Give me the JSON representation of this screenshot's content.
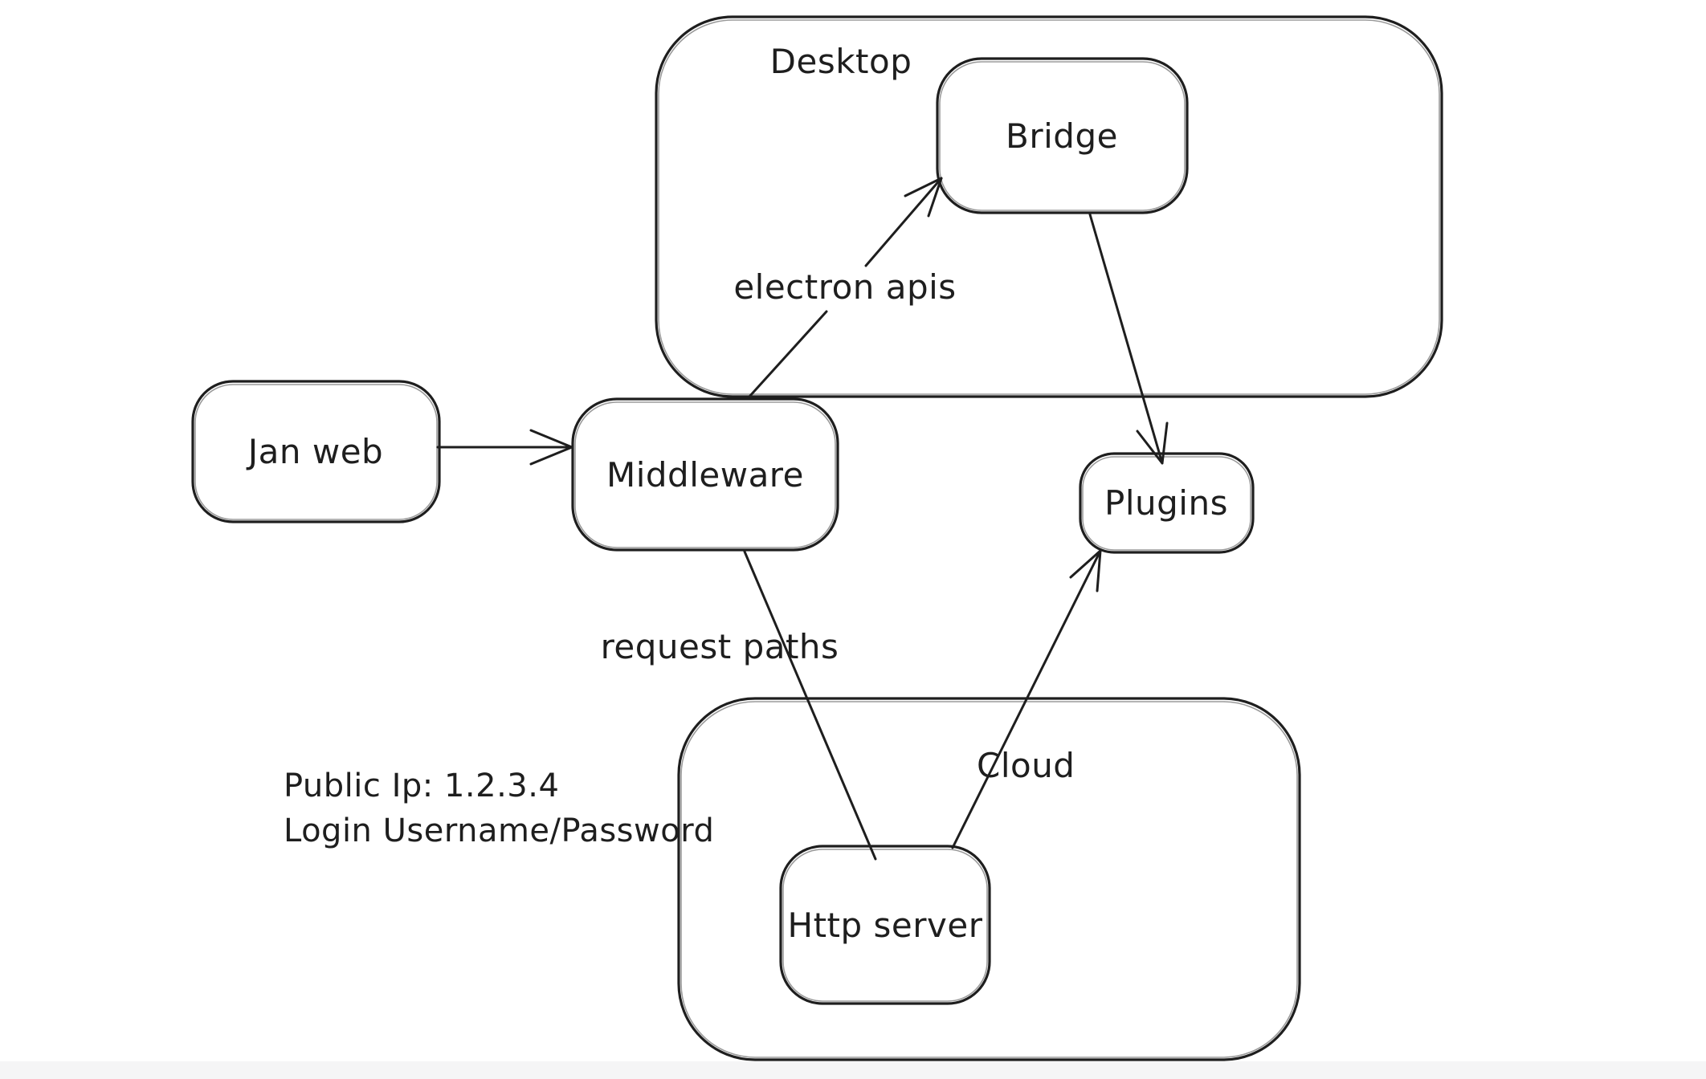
{
  "diagram": {
    "background": "#ffffff",
    "stroke": "#1e1e1e",
    "footer_strip": "#f5f5f6",
    "containers": [
      {
        "id": "desktop",
        "label": "Desktop"
      },
      {
        "id": "cloud",
        "label": "Cloud"
      }
    ],
    "nodes": [
      {
        "id": "jan-web",
        "label": "Jan web",
        "container": null
      },
      {
        "id": "bridge",
        "label": "Bridge",
        "container": "desktop"
      },
      {
        "id": "middleware",
        "label": "Middleware",
        "container": null
      },
      {
        "id": "plugins",
        "label": "Plugins",
        "container": null
      },
      {
        "id": "http-server",
        "label": "Http server",
        "container": "cloud"
      }
    ],
    "edges": [
      {
        "from": "jan-web",
        "to": "middleware",
        "label": "",
        "arrowhead": true
      },
      {
        "from": "middleware",
        "to": "bridge",
        "label": "electron apis",
        "arrowhead": true
      },
      {
        "from": "bridge",
        "to": "plugins",
        "label": "",
        "arrowhead": true
      },
      {
        "from": "middleware",
        "to": "http-server",
        "label": "request paths",
        "arrowhead": false
      },
      {
        "from": "http-server",
        "to": "plugins",
        "label": "",
        "arrowhead": true
      }
    ],
    "note": {
      "line1": "Public Ip: 1.2.3.4",
      "line2": "Login Username/Password"
    }
  }
}
